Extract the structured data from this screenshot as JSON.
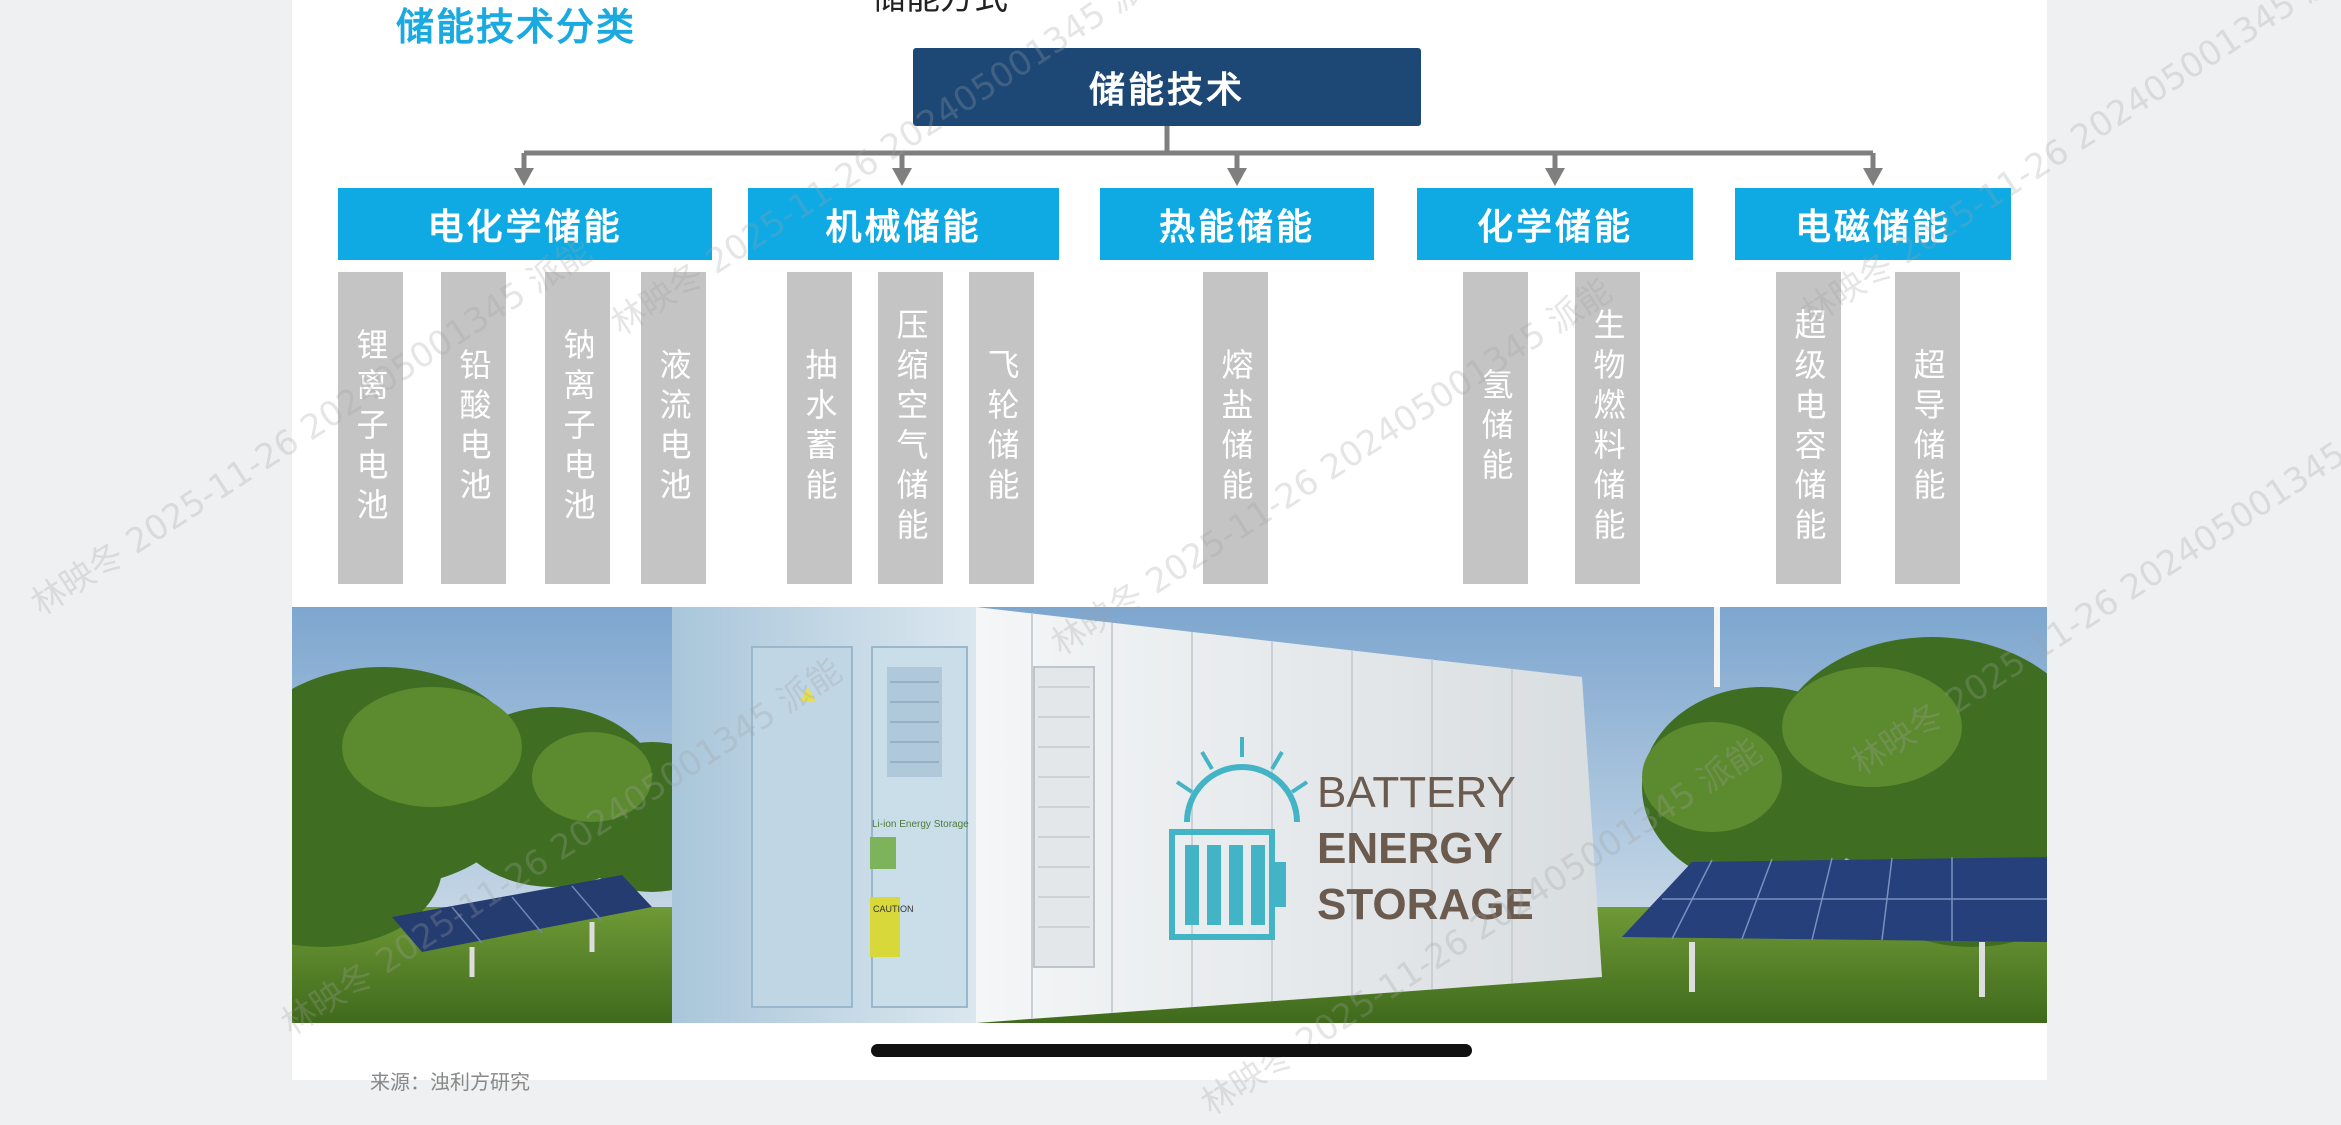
{
  "slide": {
    "section_title": "储能技术分类",
    "top_cut_text": "储能方式",
    "root": "储能技术",
    "categories": [
      {
        "label": "电化学储能",
        "items": [
          "锂离子电池",
          "铅酸电池",
          "钠离子电池",
          "液流电池"
        ]
      },
      {
        "label": "机械储能",
        "items": [
          "抽水蓄能",
          "压缩空气储能",
          "飞轮储能"
        ]
      },
      {
        "label": "热能储能",
        "items": [
          "熔盐储能"
        ]
      },
      {
        "label": "化学储能",
        "items": [
          "氢储能",
          "生物燃料储能"
        ]
      },
      {
        "label": "电磁储能",
        "items": [
          "超级电容储能",
          "超导储能"
        ]
      }
    ],
    "source_text": "来源：浊利方研究",
    "photo": {
      "label_line1": "BATTERY",
      "label_line2": "ENERGY",
      "label_line3": "STORAGE",
      "door_sign": "Li-ion Energy Storage",
      "caution_label": "CAUTION"
    }
  },
  "watermark": "林映冬 2025-11-26 202405001345 派能",
  "colors": {
    "root_bg": "#1d4876",
    "category_bg": "#0fa9e4",
    "leaf_bg": "#c4c4c4",
    "title": "#1aa9e0"
  }
}
